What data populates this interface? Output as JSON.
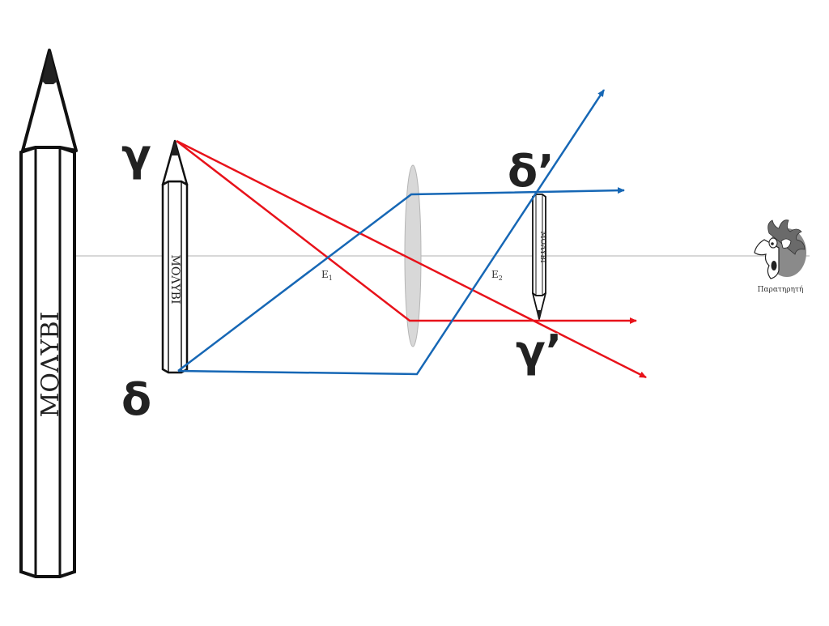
{
  "labels": {
    "top_object": "γ",
    "bottom_object": "δ",
    "top_image": "δ’",
    "bottom_image": "γ’",
    "focal_1": "E",
    "focal_1_sub": "1",
    "focal_2": "E",
    "focal_2_sub": "2",
    "observer": "Παρατηρητή"
  },
  "pencil_text": {
    "large": "ΜΟΛΥΒΙ",
    "object": "ΜΟΛΥΒΙ",
    "image": "ΜΟΛΥΒΙ"
  },
  "colors": {
    "ray_red": "#e8121a",
    "ray_blue": "#1667b5",
    "axis": "#999999",
    "lens_fill": "#d8d8d8",
    "lens_stroke": "#b5b5b5"
  }
}
